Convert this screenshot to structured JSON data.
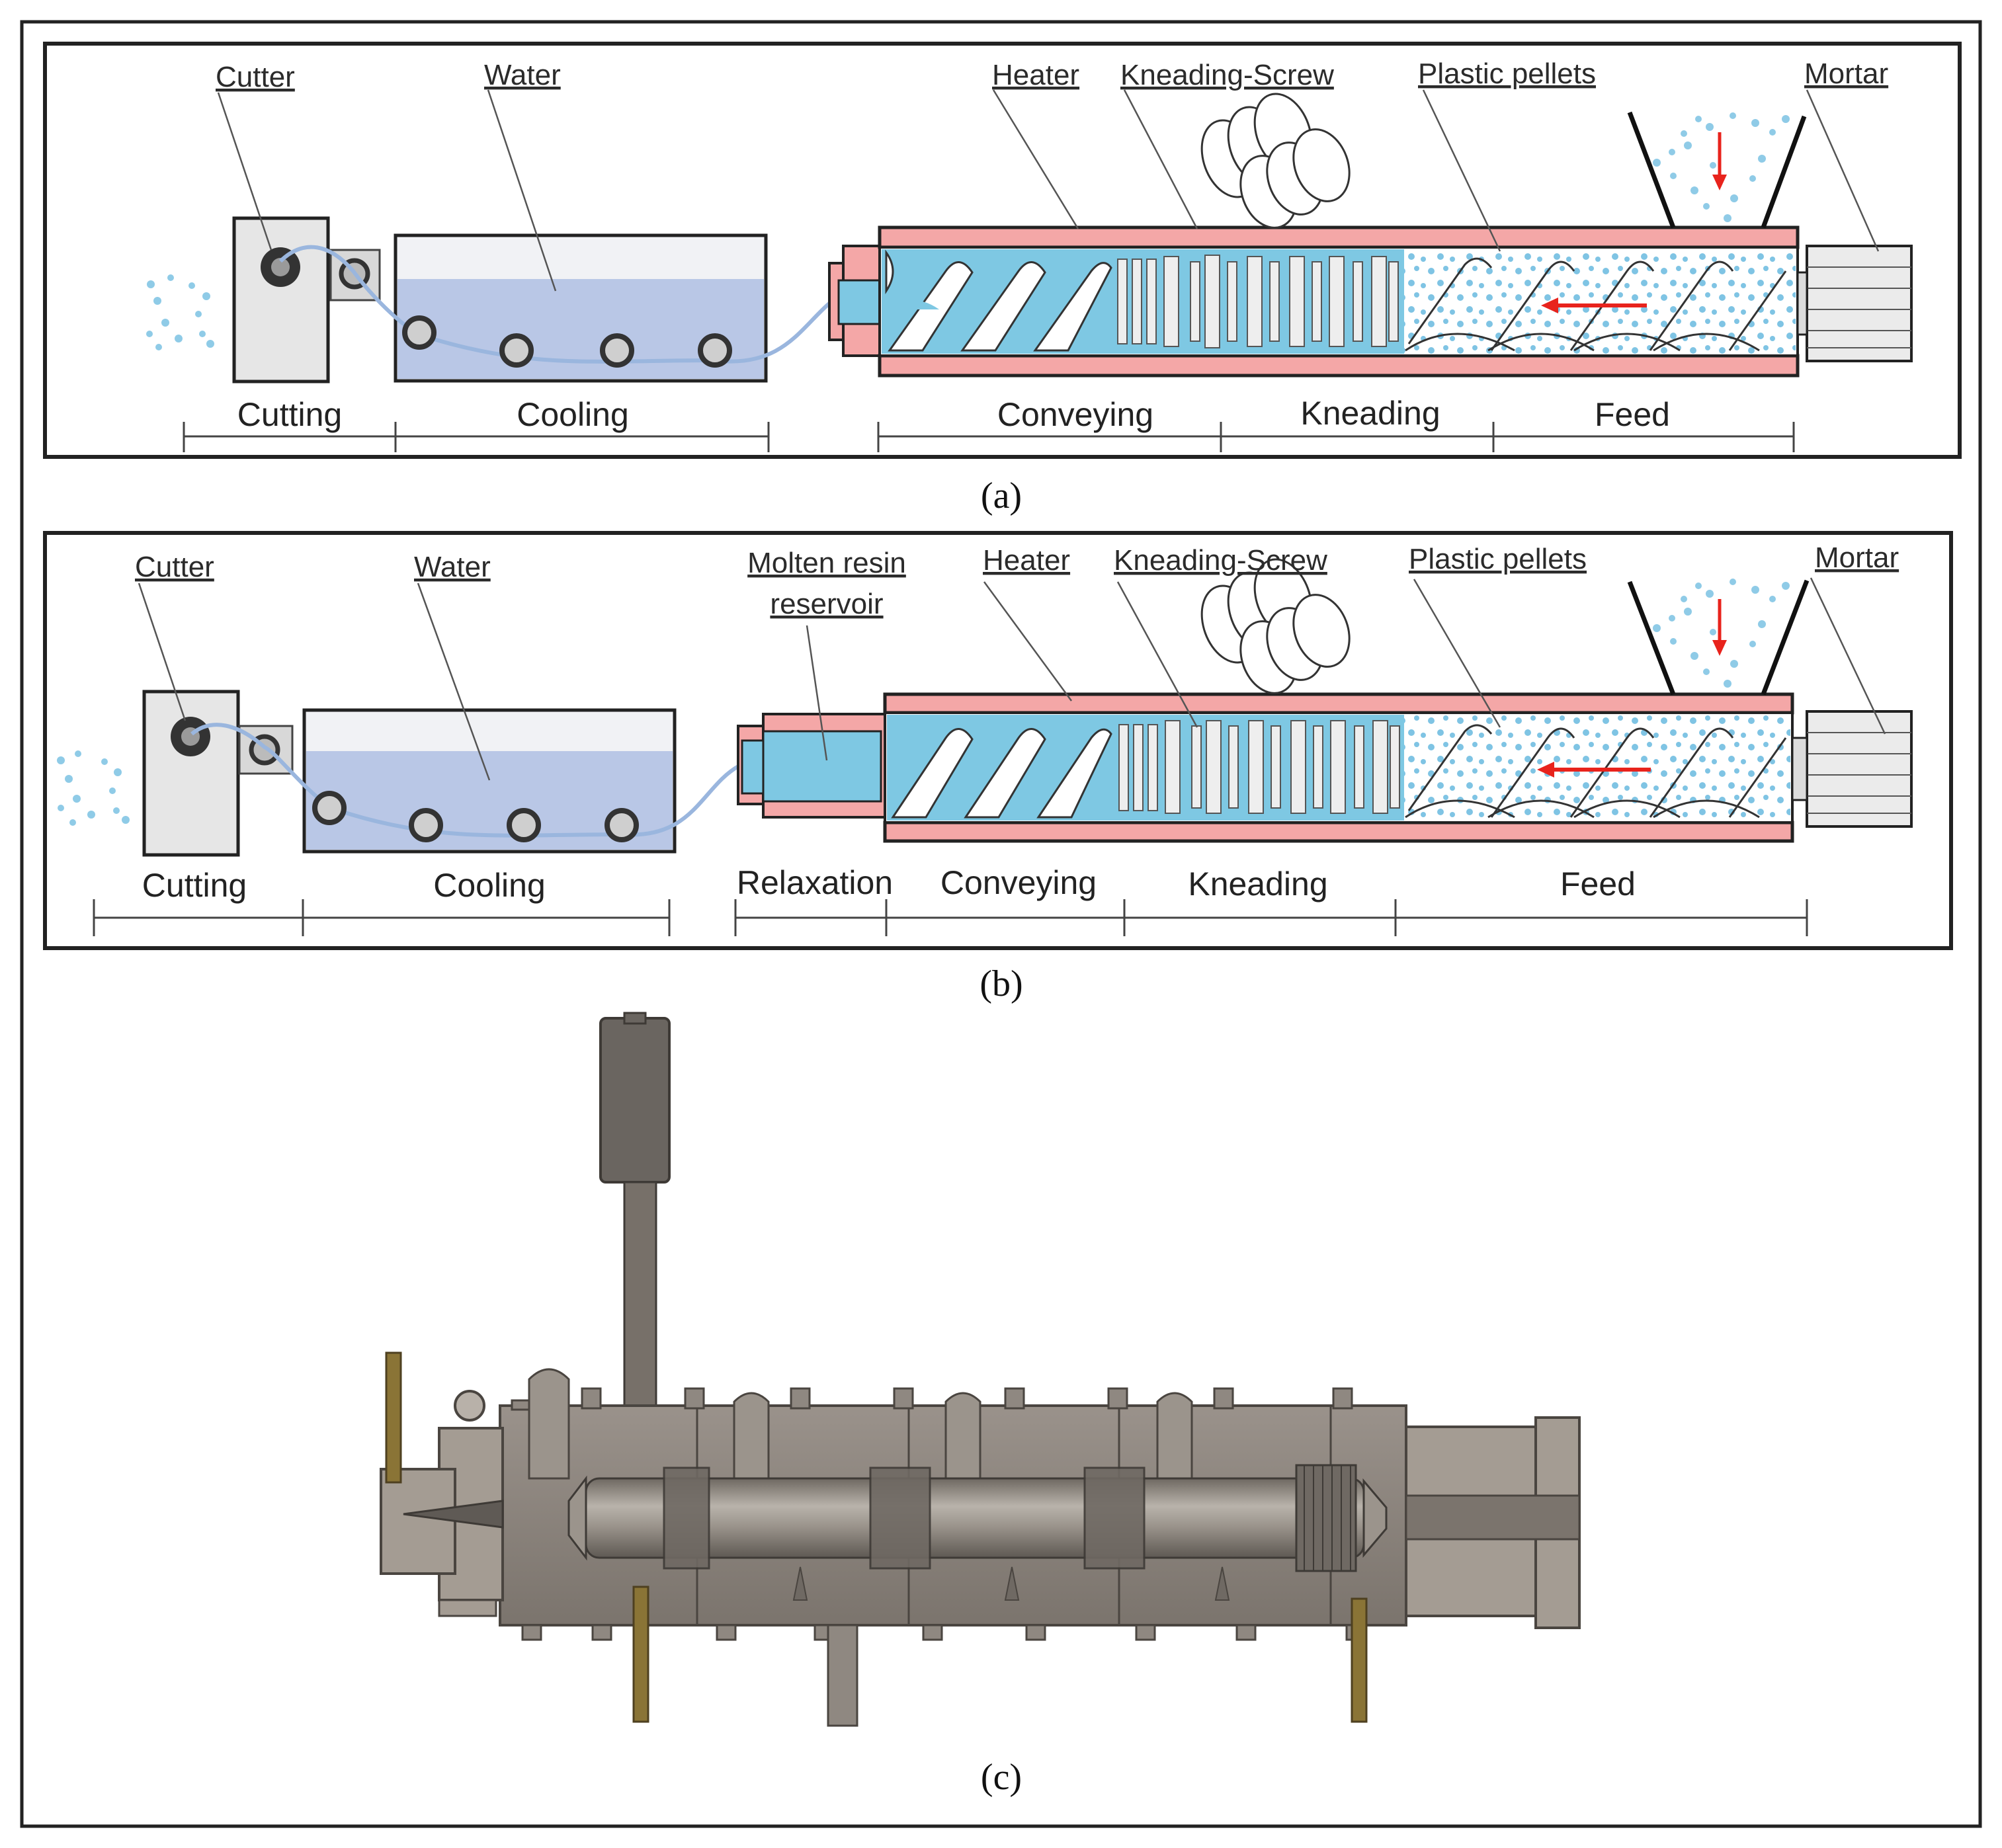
{
  "panels": {
    "a": {
      "caption": "(a)",
      "labels": {
        "cutter": "Cutter",
        "water": "Water",
        "heater": "Heater",
        "kneading_screw": "Kneading-Screw",
        "plastic_pellets": "Plastic pellets",
        "mortar": "Mortar"
      },
      "stages": {
        "cutting": "Cutting",
        "cooling": "Cooling",
        "conveying": "Conveying",
        "kneading": "Kneading",
        "feed": "Feed"
      }
    },
    "b": {
      "caption": "(b)",
      "labels": {
        "cutter": "Cutter",
        "water": "Water",
        "molten_resin_1": "Molten resin",
        "molten_resin_2": "reservoir",
        "heater": "Heater",
        "kneading_screw": "Kneading-Screw",
        "plastic_pellets": "Plastic pellets",
        "mortar": "Mortar"
      },
      "stages": {
        "cutting": "Cutting",
        "cooling": "Cooling",
        "relaxation": "Relaxation",
        "conveying": "Conveying",
        "kneading": "Kneading",
        "feed": "Feed"
      }
    },
    "c": {
      "caption": "(c)"
    }
  },
  "colors": {
    "melt": "#7ec8e3",
    "water": "#b9c7e6",
    "heater": "#f4a7a7",
    "flow_arrow": "#e8231c",
    "pellet": "#7fc4e4",
    "steel": "#8a827b",
    "brass": "#8a7436"
  }
}
